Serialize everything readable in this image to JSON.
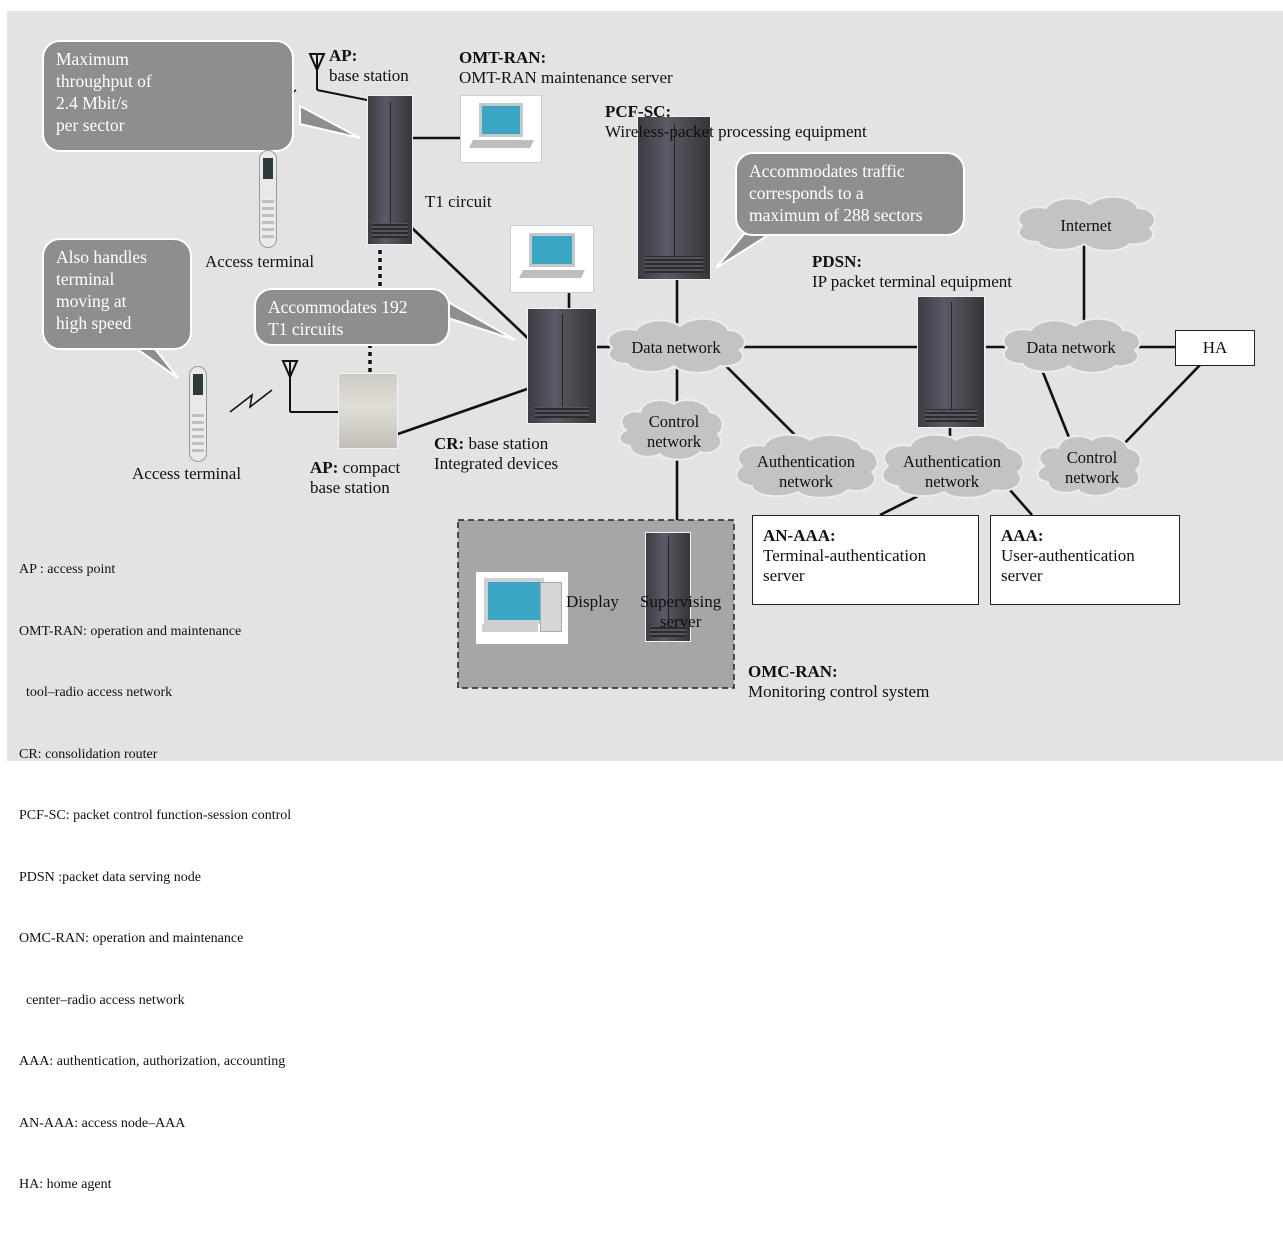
{
  "colors": {
    "panel_bg": "#e3e3e3",
    "callout_bg": "#8e8e8e",
    "cloud_fill": "#c3c3c3",
    "omc_box_bg": "#a6a6a6",
    "line": "#111111"
  },
  "icons": {
    "antenna": "antenna-icon",
    "signal": "lightning-signal-icon",
    "server": "server-cabinet-icon",
    "laptop": "laptop-icon",
    "phone": "flip-phone-icon",
    "desktop": "desktop-computer-icon"
  },
  "callouts": {
    "throughput": [
      "Maximum",
      "throughput of",
      "2.4 Mbit/s",
      "per sector"
    ],
    "high_speed": [
      "Also handles",
      "terminal",
      "moving at",
      "high speed"
    ],
    "t1_circuits": [
      "Accommodates 192",
      "T1 circuits"
    ],
    "traffic": [
      "Accommodates traffic",
      "corresponds to a",
      "maximum of 288 sectors"
    ]
  },
  "nodes": {
    "ap_base": {
      "title": "AP:",
      "desc": "base station"
    },
    "omt_ran": {
      "title": "OMT-RAN:",
      "desc": "OMT-RAN maintenance server"
    },
    "pcf_sc": {
      "title": "PCF-SC:",
      "desc": "Wireless-packet processing equipment"
    },
    "pdsn": {
      "title": "PDSN:",
      "desc": "IP packet terminal equipment"
    },
    "cr": {
      "title": "CR:",
      "desc_line1": " base station",
      "desc_line2": "Integrated devices"
    },
    "ap_compact": {
      "title": "AP:",
      "desc_line1": " compact",
      "desc_line2": "base station"
    },
    "omc_ran": {
      "title": "OMC-RAN:",
      "desc": "Monitoring control system"
    },
    "access_terminal_1": "Access terminal",
    "access_terminal_2": "Access terminal",
    "t1_circuit": "T1 circuit",
    "ha": "HA",
    "an_aaa": {
      "title": "AN-AAA:",
      "desc_line1": "Terminal-authentication",
      "desc_line2": "server"
    },
    "aaa": {
      "title": "AAA:",
      "desc_line1": "User-authentication",
      "desc_line2": "server"
    },
    "display": "Display",
    "supervising_server": [
      "Supervising",
      "server"
    ]
  },
  "clouds": {
    "data_network_1": [
      "Data network"
    ],
    "data_network_2": [
      "Data network"
    ],
    "internet": [
      "Internet"
    ],
    "control_network_1": [
      "Control",
      "network"
    ],
    "control_network_2": [
      "Control",
      "network"
    ],
    "auth_network_1": [
      "Authentication",
      "network"
    ],
    "auth_network_2": [
      "Authentication",
      "network"
    ]
  },
  "legend": [
    "AP : access point",
    "OMT-RAN: operation and maintenance",
    "  tool–radio access network",
    "CR: consolidation router",
    "PCF-SC: packet control function-session control",
    "PDSN :packet data serving node",
    "OMC-RAN: operation and maintenance",
    "  center–radio access network",
    "AAA: authentication, authorization, accounting",
    "AN-AAA: access node–AAA",
    "HA: home agent"
  ]
}
